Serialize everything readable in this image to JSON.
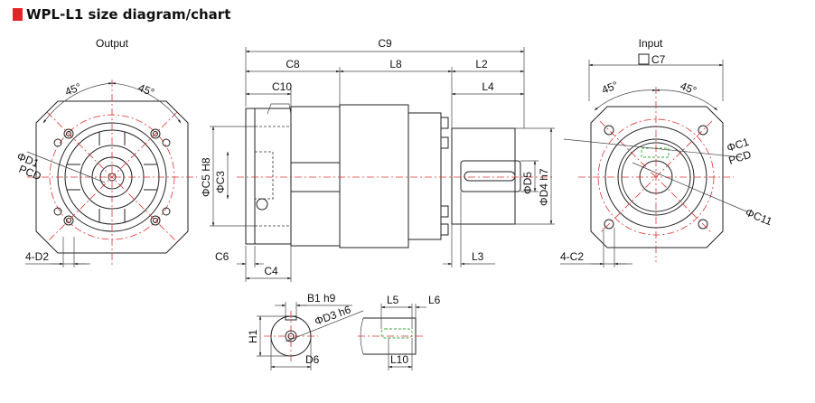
{
  "title": "WPL-L1 size diagram/chart",
  "colors": {
    "accent": "#e0262a",
    "centerline": "#dd3333",
    "keyway": "#33aa33"
  },
  "views": {
    "output": {
      "label": "Output",
      "angle_left": "45°",
      "angle_right": "45°",
      "d1": "ΦD1",
      "pcd": "PCD",
      "holes": "4-D2"
    },
    "side": {
      "c9": "C9",
      "c8": "C8",
      "l8": "L8",
      "l2": "L2",
      "l4": "L4",
      "c10": "C10",
      "c5": "ΦC5 H8",
      "c3": "ΦC3",
      "d5": "ΦD5",
      "d4": "ΦD4 h7",
      "c6": "C6",
      "c4": "C4",
      "l3": "L3"
    },
    "input": {
      "label": "Input",
      "c7": "C7",
      "angle_left": "45°",
      "angle_right": "45°",
      "c1": "ΦC1",
      "pcd": "PCD",
      "c11": "ΦC11",
      "holes": "4-C2"
    },
    "shaft": {
      "b1": "B1 h9",
      "d3": "ΦD3 h6",
      "h1": "H1",
      "d6": "D6",
      "l5": "L5",
      "l6": "L6",
      "l10": "L10"
    }
  }
}
